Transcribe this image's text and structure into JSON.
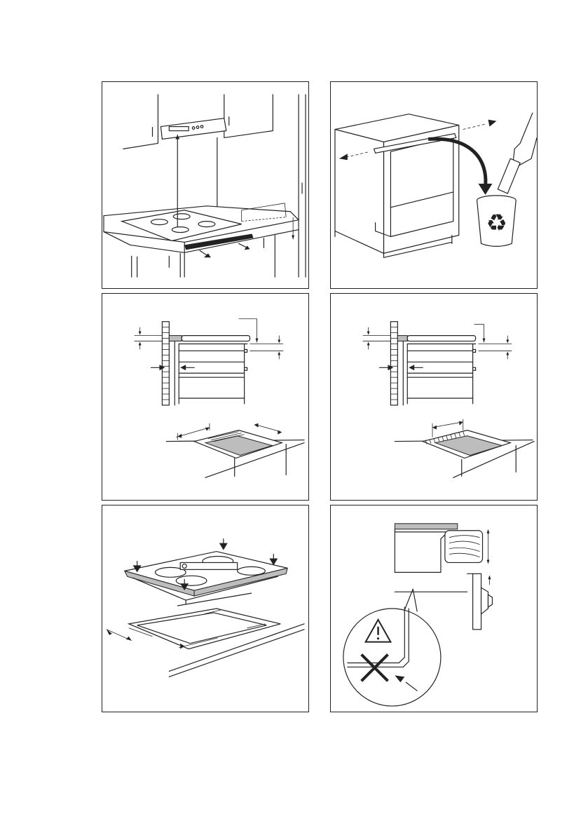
{
  "figure": {
    "panels": [
      {
        "id": "p1",
        "icons": [
          "cooker-hood-icon",
          "hob-icon",
          "ventilation-gap-icon"
        ]
      },
      {
        "id": "p2",
        "icons": [
          "cabinet-icon",
          "recycle-bin-icon",
          "hand-icon"
        ]
      },
      {
        "id": "p3",
        "icons": [
          "wall-section-icon",
          "cutout-dimensions-icon"
        ]
      },
      {
        "id": "p4",
        "icons": [
          "wall-section-icon",
          "cutout-dimensions-icon"
        ]
      },
      {
        "id": "p5",
        "icons": [
          "hob-install-icon",
          "seal-strip-icon"
        ]
      },
      {
        "id": "p6",
        "icons": [
          "warning-icon",
          "cross-icon",
          "wood-edge-icon"
        ]
      }
    ]
  },
  "colors": {
    "line": "#222222",
    "background": "#ffffff",
    "fill_gray": "#bdbdbd",
    "fill_dark": "#555555"
  }
}
